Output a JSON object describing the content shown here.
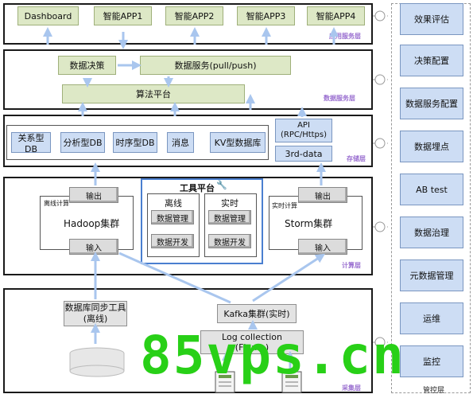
{
  "app_layer": {
    "items": [
      "Dashboard",
      "智能APP1",
      "智能APP2",
      "智能APP3",
      "智能APP4"
    ],
    "label": "应用服务层"
  },
  "service_layer": {
    "decision": "数据决策",
    "data_service": "数据服务(pull/push)",
    "algorithm": "算法平台",
    "label": "数据服务层"
  },
  "storage_layer": {
    "items": [
      "关系型DB",
      "分析型DB",
      "时序型DB",
      "消息",
      "KV型数据库"
    ],
    "api_line1": "API",
    "api_line2": "(RPC/Https)",
    "third_data": "3rd-data",
    "label": "存储层"
  },
  "compute_layer": {
    "offline_tag": "离线计算",
    "hadoop": "Hadoop集群",
    "realtime_tag": "实时计算",
    "storm": "Storm集群",
    "output": "输出",
    "input": "输入",
    "tool_platform": {
      "title": "工具平台",
      "offline": "离线",
      "realtime": "实时",
      "data_manage": "数据管理",
      "data_dev": "数据开发"
    },
    "label": "计算层"
  },
  "collect_layer": {
    "db_sync_line1": "数据库同步工具",
    "db_sync_line2": "(离线)",
    "kafka": "Kafka集群(实时)",
    "log_line1": "Log collection",
    "log_line2": "(Flume)",
    "label": "采集层"
  },
  "management": {
    "items": [
      "效果评估",
      "决策配置",
      "数据服务配置",
      "数据埋点",
      "AB test",
      "数据治理",
      "元数据管理",
      "运维",
      "监控"
    ],
    "label": "管控层"
  },
  "watermark": "85vps.cn",
  "colors": {
    "green_box": "#dde8c6",
    "blue_box": "#cdddf4",
    "layer_label": "#9a6fd0",
    "arrow": "#a9c6ee",
    "watermark": "#28d017"
  }
}
